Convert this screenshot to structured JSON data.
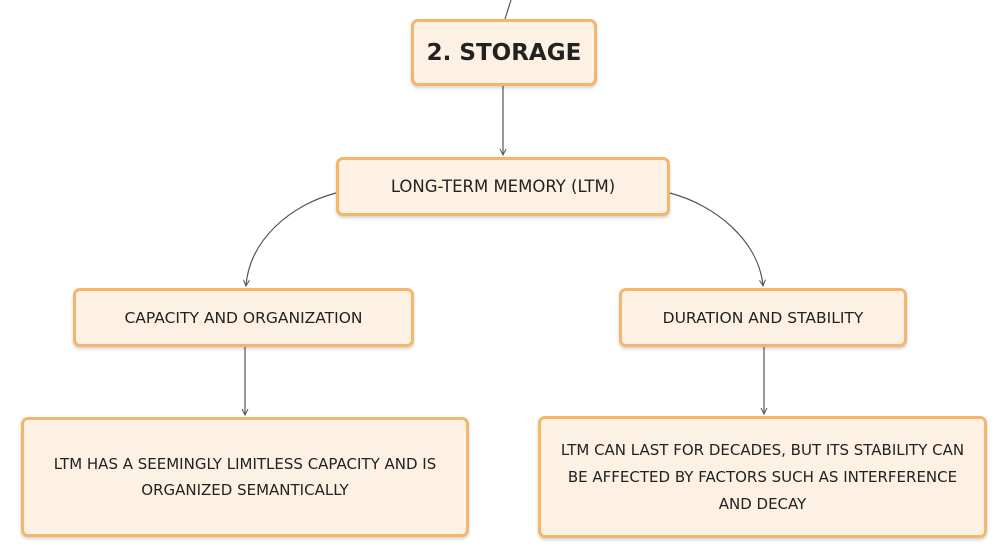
{
  "nodes": {
    "root": {
      "label": "2. STORAGE"
    },
    "ltm": {
      "label": "LONG-TERM MEMORY (LTM)"
    },
    "capacity": {
      "label": "CAPACITY AND ORGANIZATION"
    },
    "duration": {
      "label": "DURATION AND STABILITY"
    },
    "capacity_detail": {
      "label": "LTM HAS A SEEMINGLY LIMITLESS CAPACITY AND IS ORGANIZED SEMANTICALLY"
    },
    "duration_detail": {
      "label": "LTM CAN LAST FOR DECADES, BUT ITS STABILITY CAN BE AFFECTED BY FACTORS SUCH AS INTERFERENCE AND DECAY"
    }
  },
  "colors": {
    "node_fill": "#fdf1e4",
    "node_border": "#f5b56a",
    "connector": "#555555"
  }
}
